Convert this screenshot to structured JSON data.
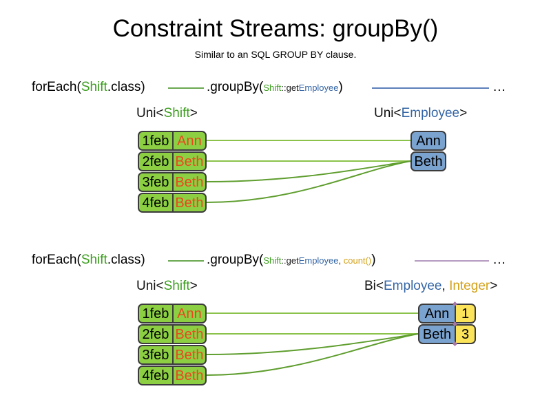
{
  "header": {
    "title": "Constraint Streams: groupBy()",
    "subtitle": "Similar to an SQL GROUP BY clause."
  },
  "colors": {
    "shift_green": "#8ccf43",
    "shift_text_green": "#3c9e1e",
    "name_orange": "#e8491d",
    "employee_blue": "#7ba3d0",
    "employee_text_blue": "#3465a4",
    "count_yellow": "#fbe35a",
    "integer_gold": "#d4a017",
    "link_green": "#6aa84f",
    "link_blue": "#5b7fba",
    "link_purple": "#b59ac0",
    "border_dark": "#3b3b3b"
  },
  "sections": [
    {
      "id": "section-groupby-simple",
      "code": {
        "for_each": "forEach(",
        "for_each_type": "Shift",
        "for_each_suffix": ".class)",
        "group_by": ".groupBy(",
        "mapper_class": "Shift",
        "mapper_sep": "::get",
        "mapper_prop": "Employee",
        "group_by_close": ")",
        "ellipsis": "..."
      },
      "left_label": {
        "prefix": "Uni<",
        "type": "Shift",
        "suffix": ">"
      },
      "right_label": {
        "prefix": "Uni<",
        "type": "Employee",
        "suffix": ">"
      },
      "shifts": [
        {
          "date": "1feb",
          "employee": "Ann"
        },
        {
          "date": "2feb",
          "employee": "Beth"
        },
        {
          "date": "3feb",
          "employee": "Beth"
        },
        {
          "date": "4feb",
          "employee": "Beth"
        }
      ],
      "groups": [
        {
          "employee": "Ann"
        },
        {
          "employee": "Beth"
        }
      ]
    },
    {
      "id": "section-groupby-count",
      "code": {
        "for_each": "forEach(",
        "for_each_type": "Shift",
        "for_each_suffix": ".class)",
        "group_by": ".groupBy(",
        "mapper_class": "Shift",
        "mapper_sep": "::get",
        "mapper_prop": "Employee",
        "mapper_comma": ", ",
        "collector": "count()",
        "group_by_close": ")",
        "ellipsis": "..."
      },
      "left_label": {
        "prefix": "Uni<",
        "type": "Shift",
        "suffix": ">"
      },
      "right_label": {
        "prefix": "Bi<",
        "type": "Employee",
        "separator": ", ",
        "type2": "Integer",
        "suffix": ">"
      },
      "shifts": [
        {
          "date": "1feb",
          "employee": "Ann"
        },
        {
          "date": "2feb",
          "employee": "Beth"
        },
        {
          "date": "3feb",
          "employee": "Beth"
        },
        {
          "date": "4feb",
          "employee": "Beth"
        }
      ],
      "groups": [
        {
          "employee": "Ann",
          "count": "1"
        },
        {
          "employee": "Beth",
          "count": "3"
        }
      ]
    }
  ]
}
